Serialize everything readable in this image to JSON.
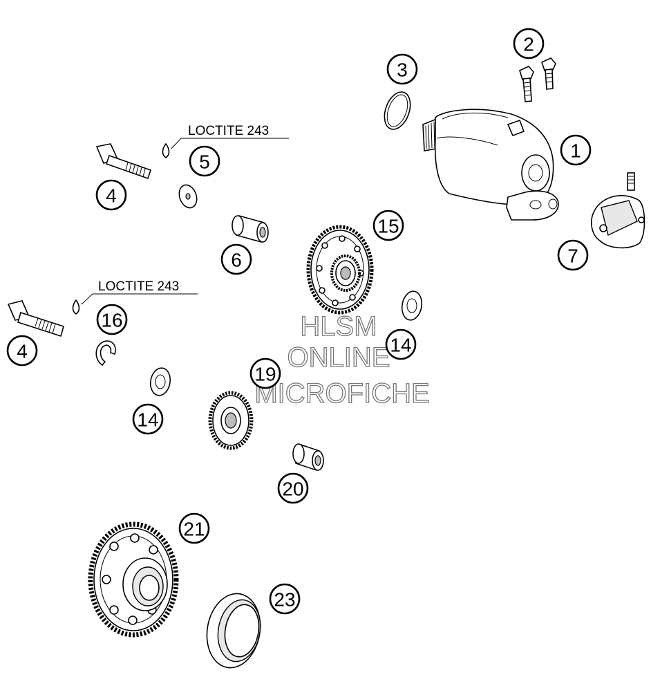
{
  "annotations": {
    "loctite_top": "LOCTITE 243",
    "loctite_left": "LOCTITE 243"
  },
  "callouts": {
    "c1": "1",
    "c2": "2",
    "c3": "3",
    "c4a": "4",
    "c4b": "4",
    "c5": "5",
    "c6": "6",
    "c7": "7",
    "c14a": "14",
    "c14b": "14",
    "c15": "15",
    "c16": "16",
    "c19": "19",
    "c20": "20",
    "c21": "21",
    "c23": "23"
  },
  "watermark": {
    "line1": "HLSM",
    "line2": "ONLINE",
    "line3": "MICROFICHE"
  }
}
